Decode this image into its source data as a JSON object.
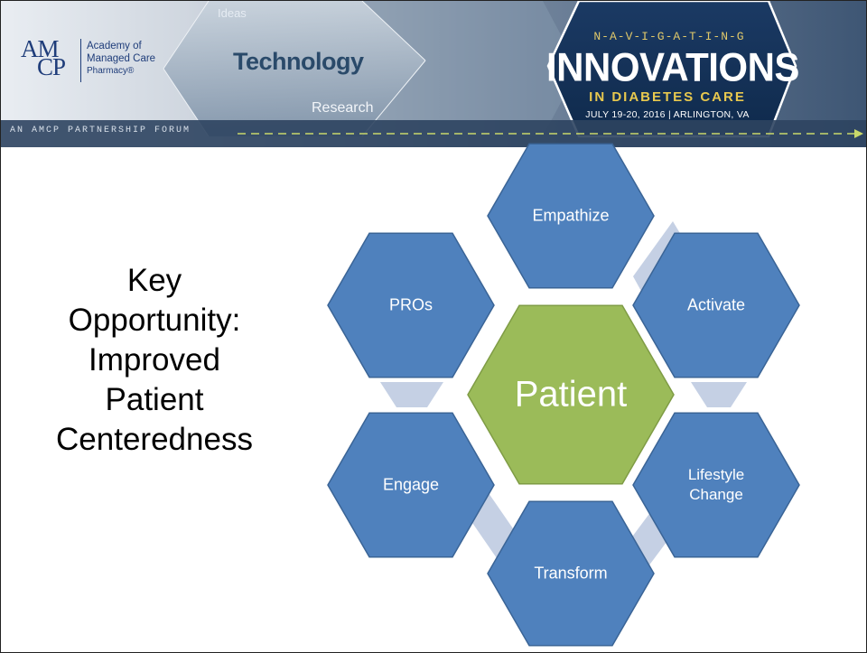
{
  "header": {
    "logo_line1": "Academy of",
    "logo_line2": "Managed Care",
    "logo_line3": "Pharmacy®",
    "word_ideas": "Ideas",
    "word_technology": "Technology",
    "word_research": "Research",
    "navigating": "N-A-V-I-G-A-T-I-N-G",
    "innovations": "INNOVATIONS",
    "in_diabetes_care": "IN DIABETES CARE",
    "dates": "JULY 19-20, 2016 | ARLINGTON, VA",
    "forum": "AN AMCP PARTNERSHIP FORUM"
  },
  "slide": {
    "title_lines": [
      "Key",
      "Opportunity:",
      "Improved",
      "Patient",
      "Centeredness"
    ]
  },
  "diagram": {
    "center": "Patient",
    "nodes": [
      {
        "label": "Empathize"
      },
      {
        "label": "Activate"
      },
      {
        "label_line1": "Lifestyle",
        "label_line2": "Change"
      },
      {
        "label": "Transform"
      },
      {
        "label": "Engage"
      },
      {
        "label": "PROs"
      }
    ],
    "colors": {
      "node_fill": "#4f81bd",
      "node_stroke": "#3a6496",
      "center_fill": "#9bbb59",
      "center_stroke": "#7f9c45",
      "connector": "#c5d0e4"
    }
  }
}
